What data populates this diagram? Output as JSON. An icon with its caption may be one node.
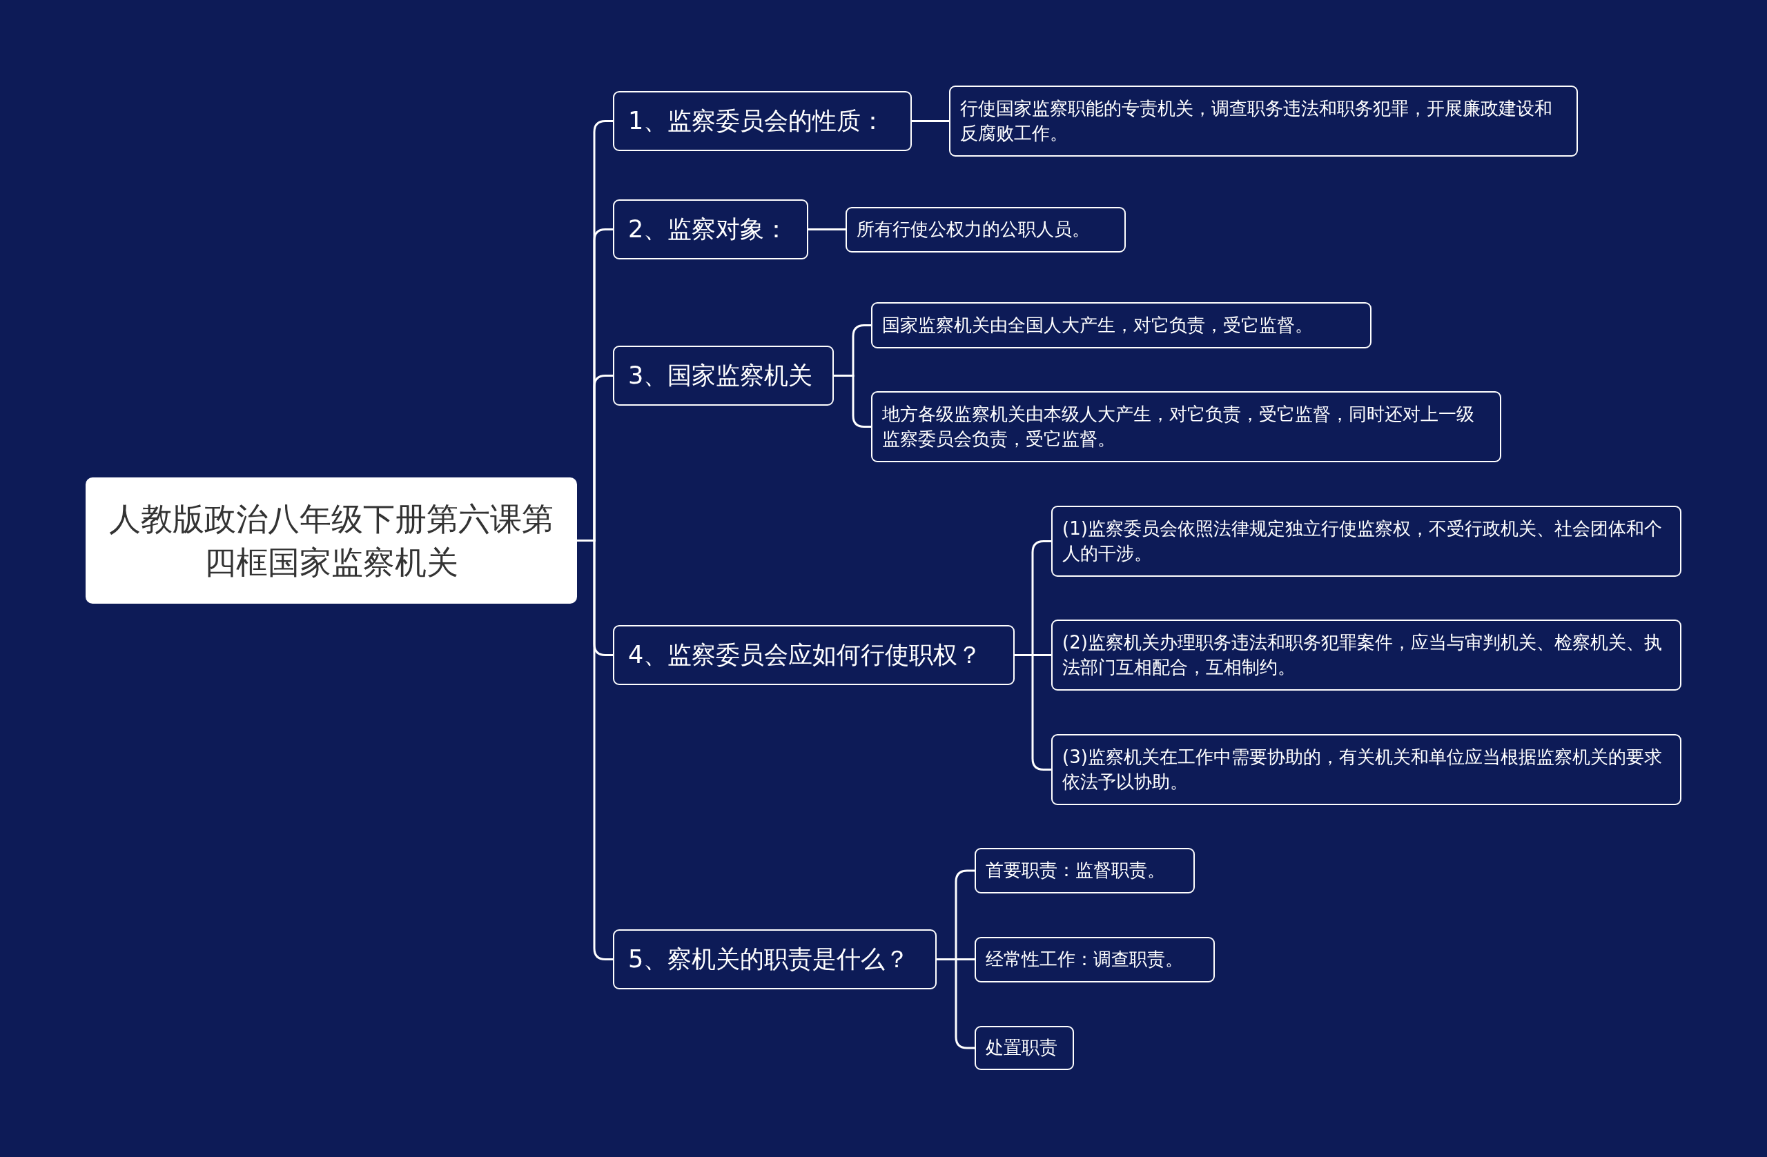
{
  "diagram": {
    "nodes": [
      {
        "text": [
          "人教版政治八年级下册第六课第四框国家监察机关"
        ]
      },
      {
        "text": [
          "1、监察委员会的性质："
        ]
      },
      {
        "text": [
          "行使国家监察职能的专责机关，调查职务违法和职务犯罪，开展廉政建设和反腐败工作。"
        ]
      },
      {
        "text": [
          "2、监察对象："
        ]
      },
      {
        "text": [
          "所有行使公权力的公职人员。"
        ]
      },
      {
        "text": [
          "3、国家监察机关"
        ]
      },
      {
        "text": [
          "国家监察机关由全国人大产生，对它负责，受它监督。"
        ]
      },
      {
        "text": [
          "地方各级监察机关由本级人大产生，对它负责，受它监督，同时还对上一级监察委员会负责，受它监督。"
        ]
      },
      {
        "text": [
          "4、监察委员会应如何行使职权？"
        ]
      },
      {
        "text": [
          "(1)监察委员会依照法律规定独立行使监察权，不受行政机关、社会团体和个人的干涉。"
        ]
      },
      {
        "text": [
          "(2)监察机关办理职务违法和职务犯罪案件，应当与审判机关、检察机关、执法部门互相配合，互相制约。"
        ]
      },
      {
        "text": [
          "(3)监察机关在工作中需要协助的，有关机关和单位应当根据监察机关的要求依法予以协助。"
        ]
      },
      {
        "text": [
          "5、察机关的职责是什么？"
        ]
      },
      {
        "text": [
          "首要职责：监督职责。"
        ]
      },
      {
        "text": [
          "经常性工作：调查职责。"
        ]
      },
      {
        "text": [
          "处置职责"
        ]
      }
    ],
    "edges": [
      {
        "from": 0,
        "to": 1,
        "arrow": "none"
      },
      {
        "from": 0,
        "to": 3,
        "arrow": "none"
      },
      {
        "from": 0,
        "to": 5,
        "arrow": "none"
      },
      {
        "from": 0,
        "to": 8,
        "arrow": "none"
      },
      {
        "from": 0,
        "to": 12,
        "arrow": "none"
      },
      {
        "from": 1,
        "to": 2,
        "arrow": "none"
      },
      {
        "from": 3,
        "to": 4,
        "arrow": "none"
      },
      {
        "from": 5,
        "to": 6,
        "arrow": "none"
      },
      {
        "from": 5,
        "to": 7,
        "arrow": "none"
      },
      {
        "from": 8,
        "to": 9,
        "arrow": "none"
      },
      {
        "from": 8,
        "to": 10,
        "arrow": "none"
      },
      {
        "from": 8,
        "to": 11,
        "arrow": "none"
      },
      {
        "from": 12,
        "to": 13,
        "arrow": "none"
      },
      {
        "from": 12,
        "to": 14,
        "arrow": "none"
      },
      {
        "from": 12,
        "to": 15,
        "arrow": "none"
      }
    ]
  }
}
